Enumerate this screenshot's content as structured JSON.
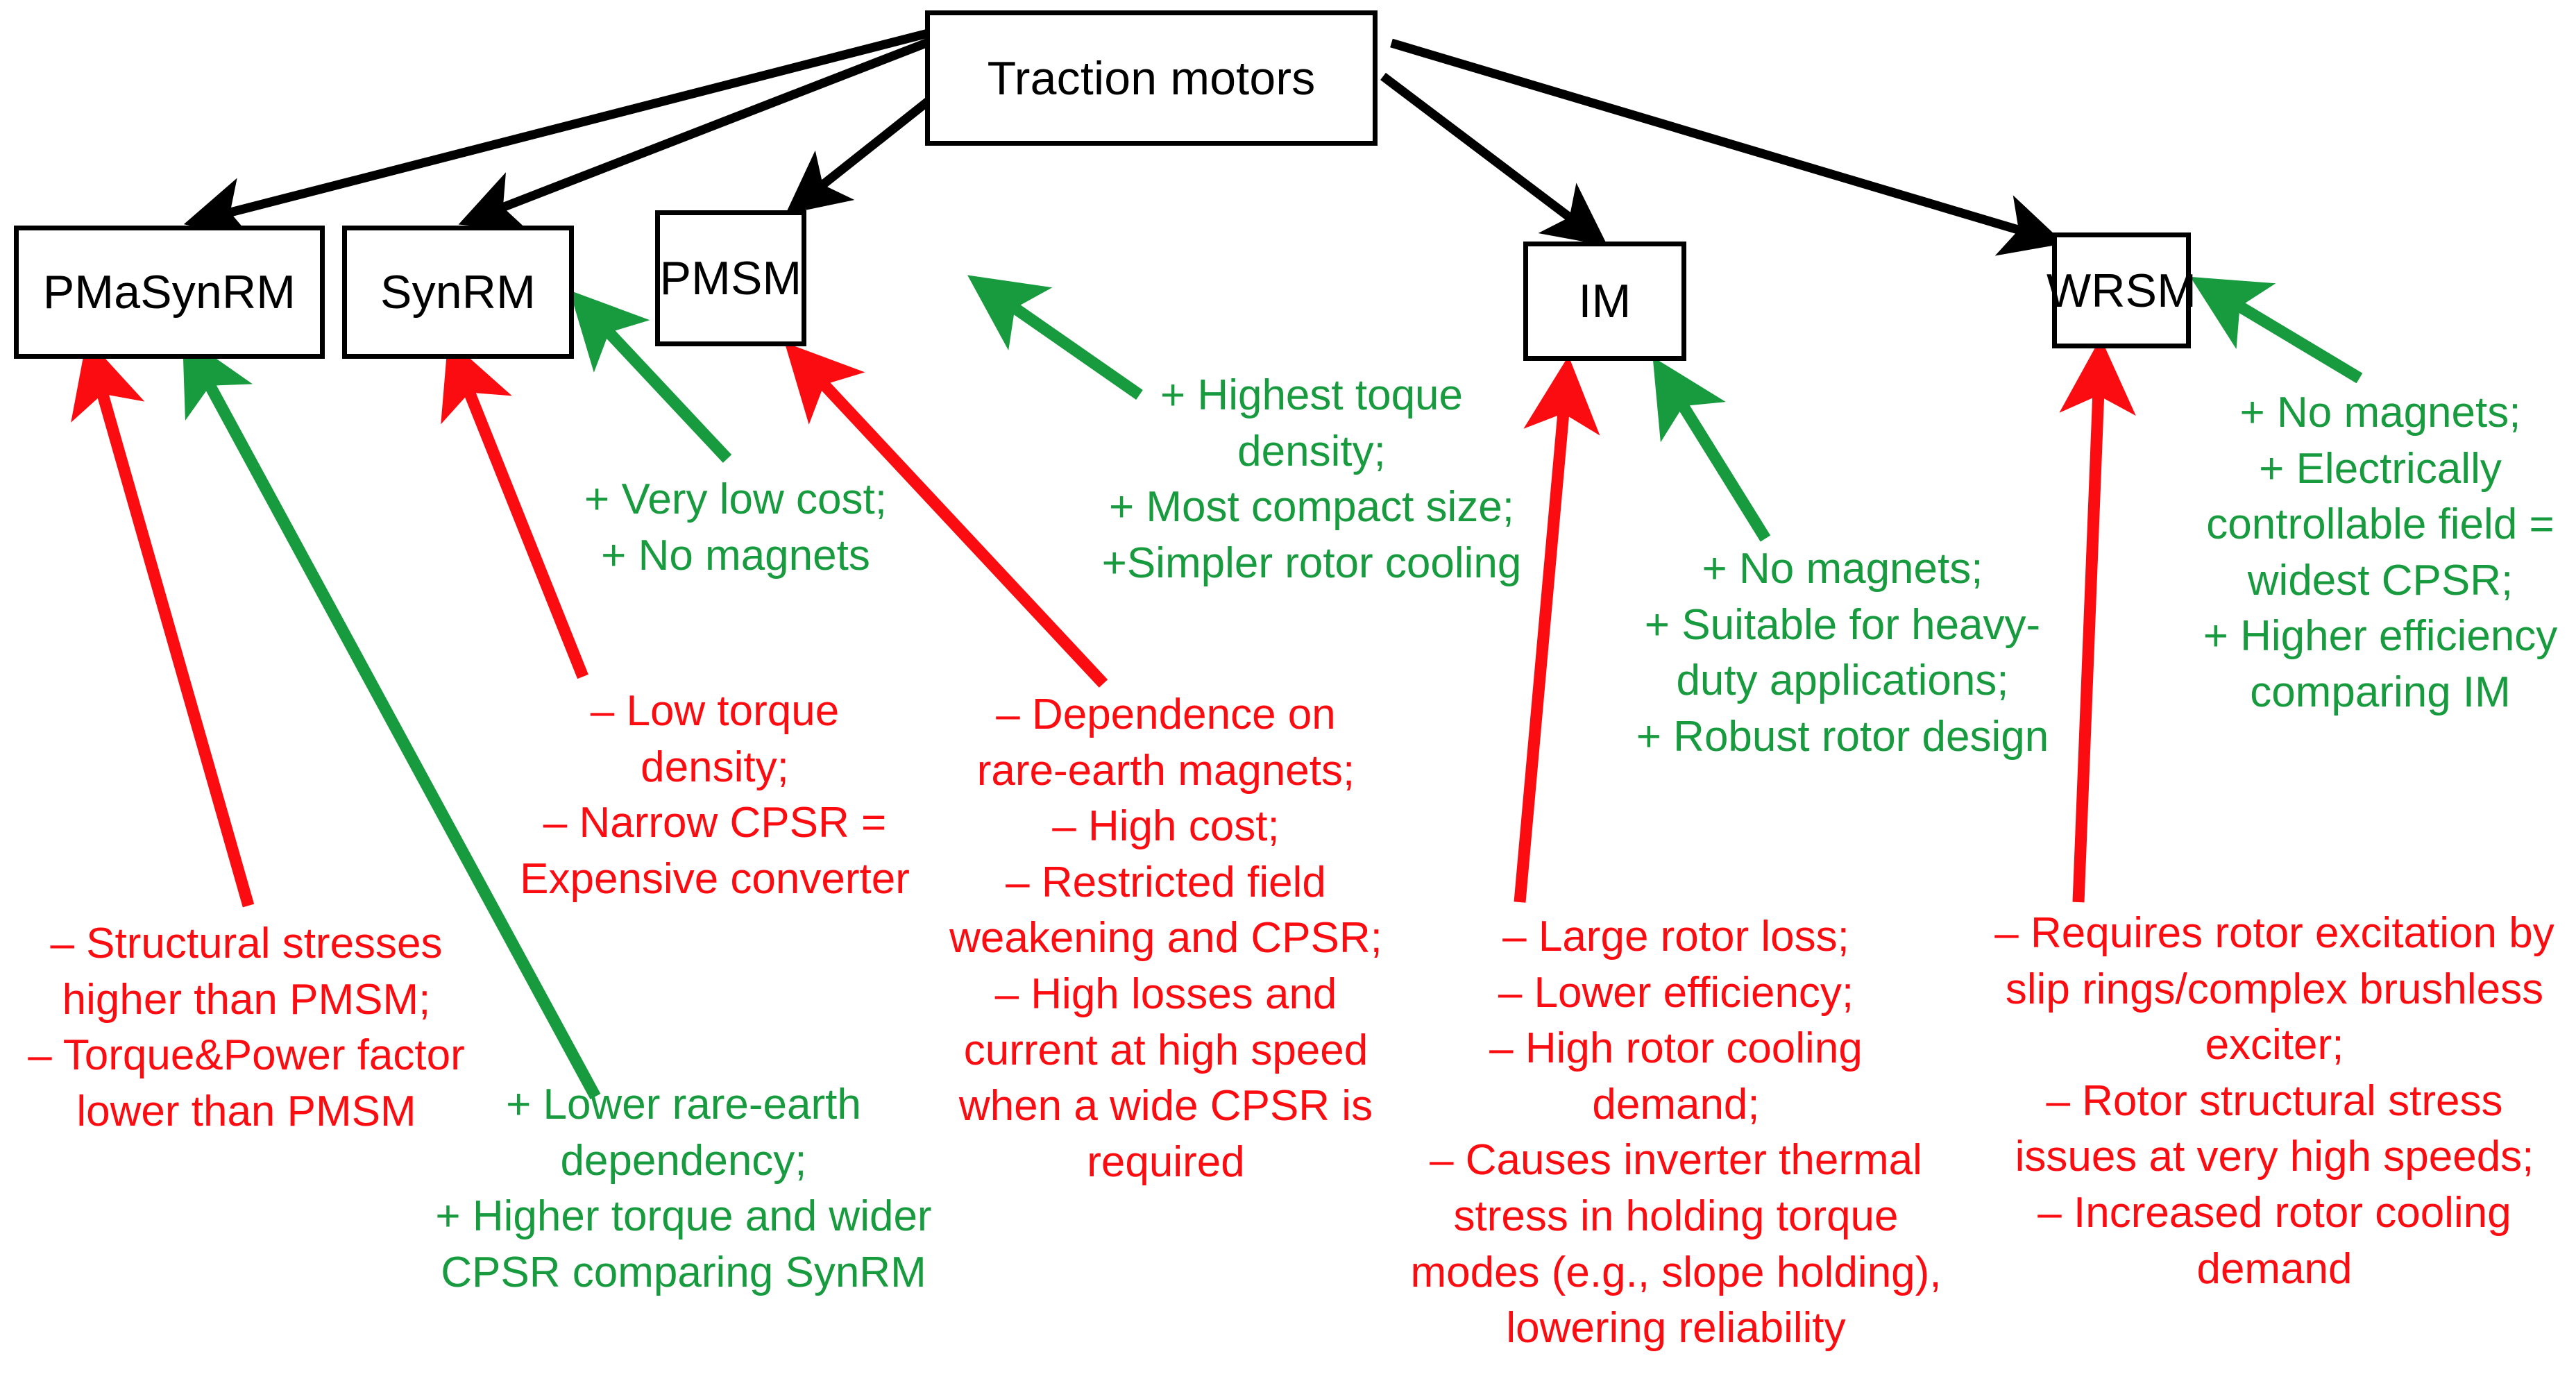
{
  "diagram": {
    "title": "Traction motors comparison tree",
    "colors": {
      "positive": "#179b3e",
      "negative": "#fa0c10",
      "node_border": "#000000",
      "background": "#ffffff"
    },
    "root": {
      "label": "Traction motors"
    },
    "nodes": [
      {
        "id": "pmasynrm",
        "label": "PMaSynRM"
      },
      {
        "id": "synrm",
        "label": "SynRM"
      },
      {
        "id": "pmsm",
        "label": "PMSM"
      },
      {
        "id": "im",
        "label": "IM"
      },
      {
        "id": "wrsm",
        "label": "WRSM"
      }
    ],
    "notes": [
      {
        "id": "synrm-pros",
        "target": "synrm",
        "polarity": "positive",
        "text": "+ Very low cost;\n+ No magnets"
      },
      {
        "id": "pmsm-pros",
        "target": "pmsm",
        "polarity": "positive",
        "text": "+ Highest toque\ndensity;\n+ Most compact size;\n+Simpler rotor cooling"
      },
      {
        "id": "synrm-cons",
        "target": "synrm",
        "polarity": "negative",
        "text": "– Low torque\ndensity;\n– Narrow CPSR =\nExpensive converter"
      },
      {
        "id": "pmsm-cons",
        "target": "pmsm",
        "polarity": "negative",
        "text": "– Dependence on\nrare-earth magnets;\n– High cost;\n– Restricted field\nweakening and CPSR;\n– High losses and\ncurrent at high speed\nwhen a wide CPSR is\nrequired"
      },
      {
        "id": "pmasynrm-cons",
        "target": "pmasynrm",
        "polarity": "negative",
        "text": "– Structural stresses\nhigher than PMSM;\n– Torque&Power factor\nlower than PMSM"
      },
      {
        "id": "pmasynrm-pros",
        "target": "pmasynrm",
        "polarity": "positive",
        "text": "+ Lower rare-earth\ndependency;\n+ Higher torque and wider\nCPSR comparing SynRM"
      },
      {
        "id": "im-pros",
        "target": "im",
        "polarity": "positive",
        "text": "+ No magnets;\n+ Suitable for heavy-\nduty applications;\n+ Robust rotor design"
      },
      {
        "id": "im-cons",
        "target": "im",
        "polarity": "negative",
        "text": "– Large rotor loss;\n– Lower efficiency;\n– High rotor cooling\ndemand;\n– Causes inverter thermal\nstress in holding torque\nmodes (e.g., slope holding),\nlowering reliability"
      },
      {
        "id": "wrsm-pros",
        "target": "wrsm",
        "polarity": "positive",
        "text": "+ No magnets;\n+ Electrically\ncontrollable field =\nwidest CPSR;\n+ Higher efficiency\ncomparing IM"
      },
      {
        "id": "wrsm-cons",
        "target": "wrsm",
        "polarity": "negative",
        "text": "– Requires rotor excitation by\nslip rings/complex brushless\nexciter;\n– Rotor structural stress\nissues at very high speeds;\n– Increased rotor cooling\ndemand"
      }
    ]
  }
}
